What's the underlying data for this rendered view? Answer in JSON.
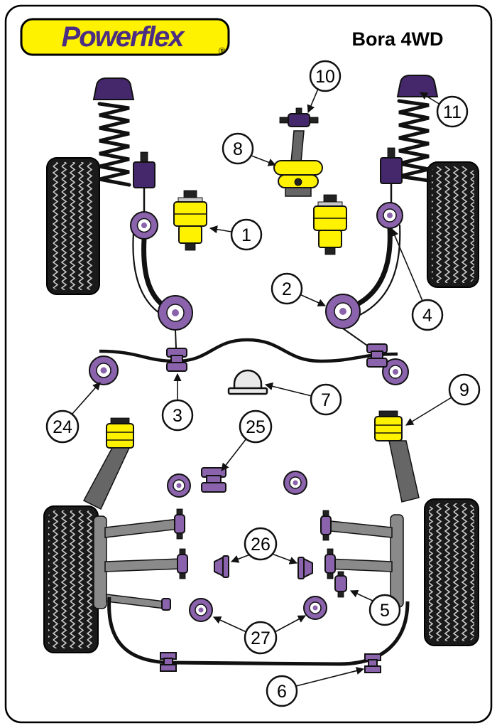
{
  "header": {
    "logo_text": "Powerflex",
    "registered_mark": "®",
    "title": "Bora 4WD"
  },
  "colors": {
    "yellow": "#FFF200",
    "purple": "#8A63AC",
    "purple_dark": "#44286B",
    "logo_purple": "#4B2E83",
    "line": "#111111",
    "metal": "#8a8a8a",
    "metal_dark": "#666666",
    "clamp": "#e9e9e9",
    "tire": "#1a1a1a",
    "tread": "#cccccc"
  },
  "callouts": {
    "c1": {
      "label": "1"
    },
    "c2": {
      "label": "2"
    },
    "c3": {
      "label": "3"
    },
    "c4": {
      "label": "4"
    },
    "c5": {
      "label": "5"
    },
    "c6": {
      "label": "6"
    },
    "c7": {
      "label": "7"
    },
    "c8": {
      "label": "8"
    },
    "c9": {
      "label": "9"
    },
    "c10": {
      "label": "10"
    },
    "c11": {
      "label": "11"
    },
    "c24": {
      "label": "24"
    },
    "c25": {
      "label": "25"
    },
    "c26": {
      "label": "26"
    },
    "c27": {
      "label": "27"
    }
  }
}
